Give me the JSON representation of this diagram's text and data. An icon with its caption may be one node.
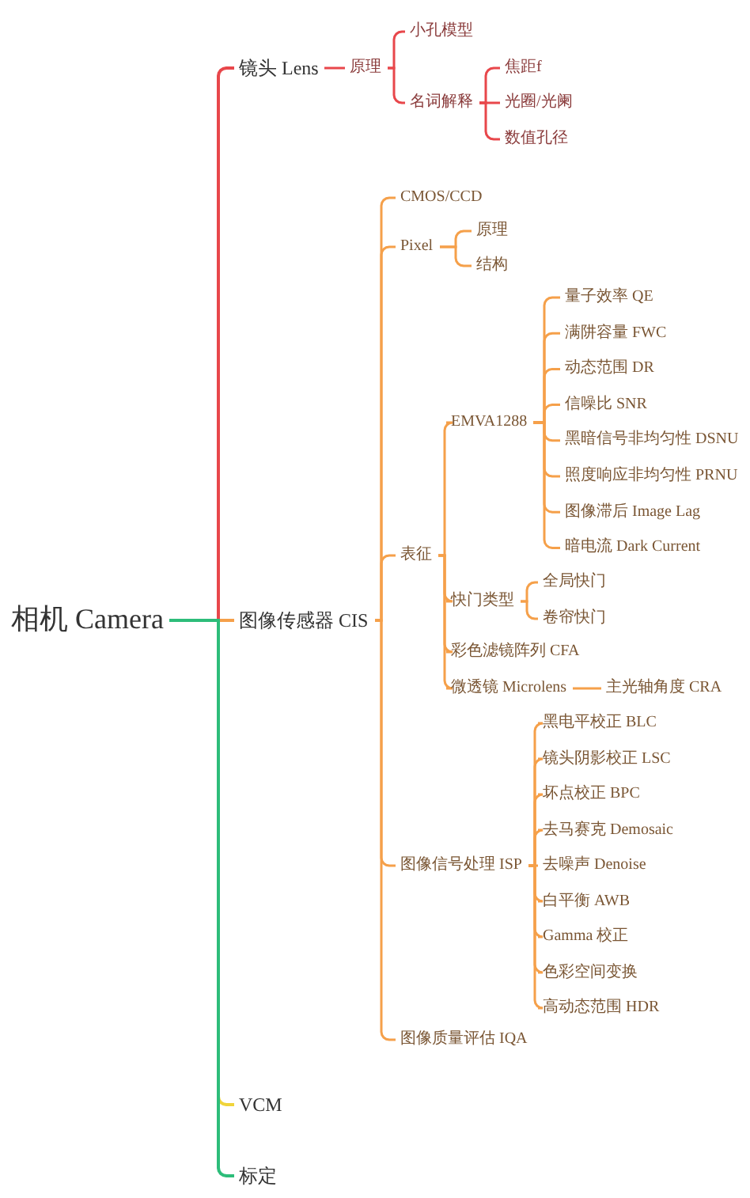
{
  "diagram": {
    "nodes": [
      {
        "text": [
          "相机 Camera"
        ]
      },
      {
        "text": [
          "镜头 Lens"
        ]
      },
      {
        "text": [
          "原理"
        ]
      },
      {
        "text": [
          "小孔模型"
        ]
      },
      {
        "text": [
          "名词解释"
        ]
      },
      {
        "text": [
          "焦距f"
        ]
      },
      {
        "text": [
          "光圈/光阑"
        ]
      },
      {
        "text": [
          "数值孔径"
        ]
      },
      {
        "text": [
          "图像传感器 CIS"
        ]
      },
      {
        "text": [
          "CMOS/CCD"
        ]
      },
      {
        "text": [
          "Pixel"
        ]
      },
      {
        "text": [
          "原理"
        ]
      },
      {
        "text": [
          "结构"
        ]
      },
      {
        "text": [
          "表征"
        ]
      },
      {
        "text": [
          "EMVA1288"
        ]
      },
      {
        "text": [
          "量子效率 QE"
        ]
      },
      {
        "text": [
          "满阱容量 FWC"
        ]
      },
      {
        "text": [
          "动态范围 DR"
        ]
      },
      {
        "text": [
          "信噪比 SNR"
        ]
      },
      {
        "text": [
          "黑暗信号非均匀性 DSNU"
        ]
      },
      {
        "text": [
          "照度响应非均匀性 PRNU"
        ]
      },
      {
        "text": [
          "图像滞后 Image Lag"
        ]
      },
      {
        "text": [
          "暗电流 Dark Current"
        ]
      },
      {
        "text": [
          "快门类型"
        ]
      },
      {
        "text": [
          "全局快门"
        ]
      },
      {
        "text": [
          "卷帘快门"
        ]
      },
      {
        "text": [
          "彩色滤镜阵列 CFA"
        ]
      },
      {
        "text": [
          "微透镜 Microlens"
        ]
      },
      {
        "text": [
          "主光轴角度 CRA"
        ]
      },
      {
        "text": [
          "图像信号处理 ISP"
        ]
      },
      {
        "text": [
          "黑电平校正 BLC"
        ]
      },
      {
        "text": [
          "镜头阴影校正 LSC"
        ]
      },
      {
        "text": [
          "坏点校正 BPC"
        ]
      },
      {
        "text": [
          "去马赛克 Demosaic"
        ]
      },
      {
        "text": [
          "去噪声 Denoise"
        ]
      },
      {
        "text": [
          "白平衡 AWB"
        ]
      },
      {
        "text": [
          "Gamma 校正"
        ]
      },
      {
        "text": [
          "色彩空间变换"
        ]
      },
      {
        "text": [
          "高动态范围 HDR"
        ]
      },
      {
        "text": [
          "图像质量评估 IQA"
        ]
      },
      {
        "text": [
          "VCM"
        ]
      },
      {
        "text": [
          "标定"
        ]
      }
    ],
    "edges": [
      {
        "from": 0,
        "to": 1,
        "arrow": "none",
        "color": "#e8474b"
      },
      {
        "from": 1,
        "to": 2,
        "arrow": "none",
        "color": "#e8474b"
      },
      {
        "from": 2,
        "to": 3,
        "arrow": "none",
        "color": "#e8474b"
      },
      {
        "from": 2,
        "to": 4,
        "arrow": "none",
        "color": "#e8474b"
      },
      {
        "from": 4,
        "to": 5,
        "arrow": "none",
        "color": "#e8474b"
      },
      {
        "from": 4,
        "to": 6,
        "arrow": "none",
        "color": "#e8474b"
      },
      {
        "from": 4,
        "to": 7,
        "arrow": "none",
        "color": "#e8474b"
      },
      {
        "from": 0,
        "to": 8,
        "arrow": "none"
      },
      {
        "from": 8,
        "to": 9,
        "arrow": "none"
      },
      {
        "from": 8,
        "to": 10,
        "arrow": "none"
      },
      {
        "from": 10,
        "to": 11,
        "arrow": "none"
      },
      {
        "from": 10,
        "to": 12,
        "arrow": "none"
      },
      {
        "from": 8,
        "to": 13,
        "arrow": "none"
      },
      {
        "from": 13,
        "to": 14,
        "arrow": "none"
      },
      {
        "from": 14,
        "to": 15,
        "arrow": "none"
      },
      {
        "from": 14,
        "to": 16,
        "arrow": "none"
      },
      {
        "from": 14,
        "to": 17,
        "arrow": "none"
      },
      {
        "from": 14,
        "to": 18,
        "arrow": "none"
      },
      {
        "from": 14,
        "to": 19,
        "arrow": "none"
      },
      {
        "from": 14,
        "to": 20,
        "arrow": "none"
      },
      {
        "from": 14,
        "to": 21,
        "arrow": "none"
      },
      {
        "from": 14,
        "to": 22,
        "arrow": "none"
      },
      {
        "from": 13,
        "to": 23,
        "arrow": "none"
      },
      {
        "from": 23,
        "to": 24,
        "arrow": "none"
      },
      {
        "from": 23,
        "to": 25,
        "arrow": "none"
      },
      {
        "from": 13,
        "to": 26,
        "arrow": "none"
      },
      {
        "from": 13,
        "to": 27,
        "arrow": "none"
      },
      {
        "from": 27,
        "to": 28,
        "arrow": "none"
      },
      {
        "from": 8,
        "to": 29,
        "arrow": "none"
      },
      {
        "from": 29,
        "to": 30,
        "arrow": "none"
      },
      {
        "from": 29,
        "to": 31,
        "arrow": "none"
      },
      {
        "from": 29,
        "to": 32,
        "arrow": "none"
      },
      {
        "from": 29,
        "to": 33,
        "arrow": "none"
      },
      {
        "from": 29,
        "to": 34,
        "arrow": "none"
      },
      {
        "from": 29,
        "to": 35,
        "arrow": "none"
      },
      {
        "from": 29,
        "to": 36,
        "arrow": "none"
      },
      {
        "from": 29,
        "to": 37,
        "arrow": "none"
      },
      {
        "from": 29,
        "to": 38,
        "arrow": "none"
      },
      {
        "from": 8,
        "to": 39,
        "arrow": "none"
      },
      {
        "from": 0,
        "to": 40,
        "arrow": "none",
        "color": "#f0d43a"
      },
      {
        "from": 0,
        "to": 41,
        "arrow": "none",
        "color": "#2dbd7a"
      }
    ]
  }
}
